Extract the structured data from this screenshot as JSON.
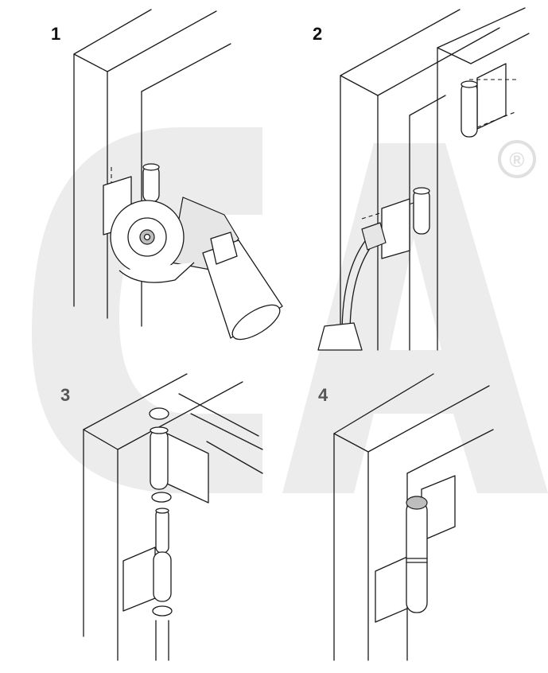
{
  "watermark": {
    "mark": "CA",
    "registered_symbol": "®",
    "color": "#ececec"
  },
  "steps": [
    {
      "label": "1"
    },
    {
      "label": "2"
    },
    {
      "label": "3"
    },
    {
      "label": "4"
    }
  ],
  "colors": {
    "line": "#1a1a1a",
    "step1": "#111111",
    "step2": "#111111",
    "step3": "#555555",
    "step4": "#555555"
  }
}
